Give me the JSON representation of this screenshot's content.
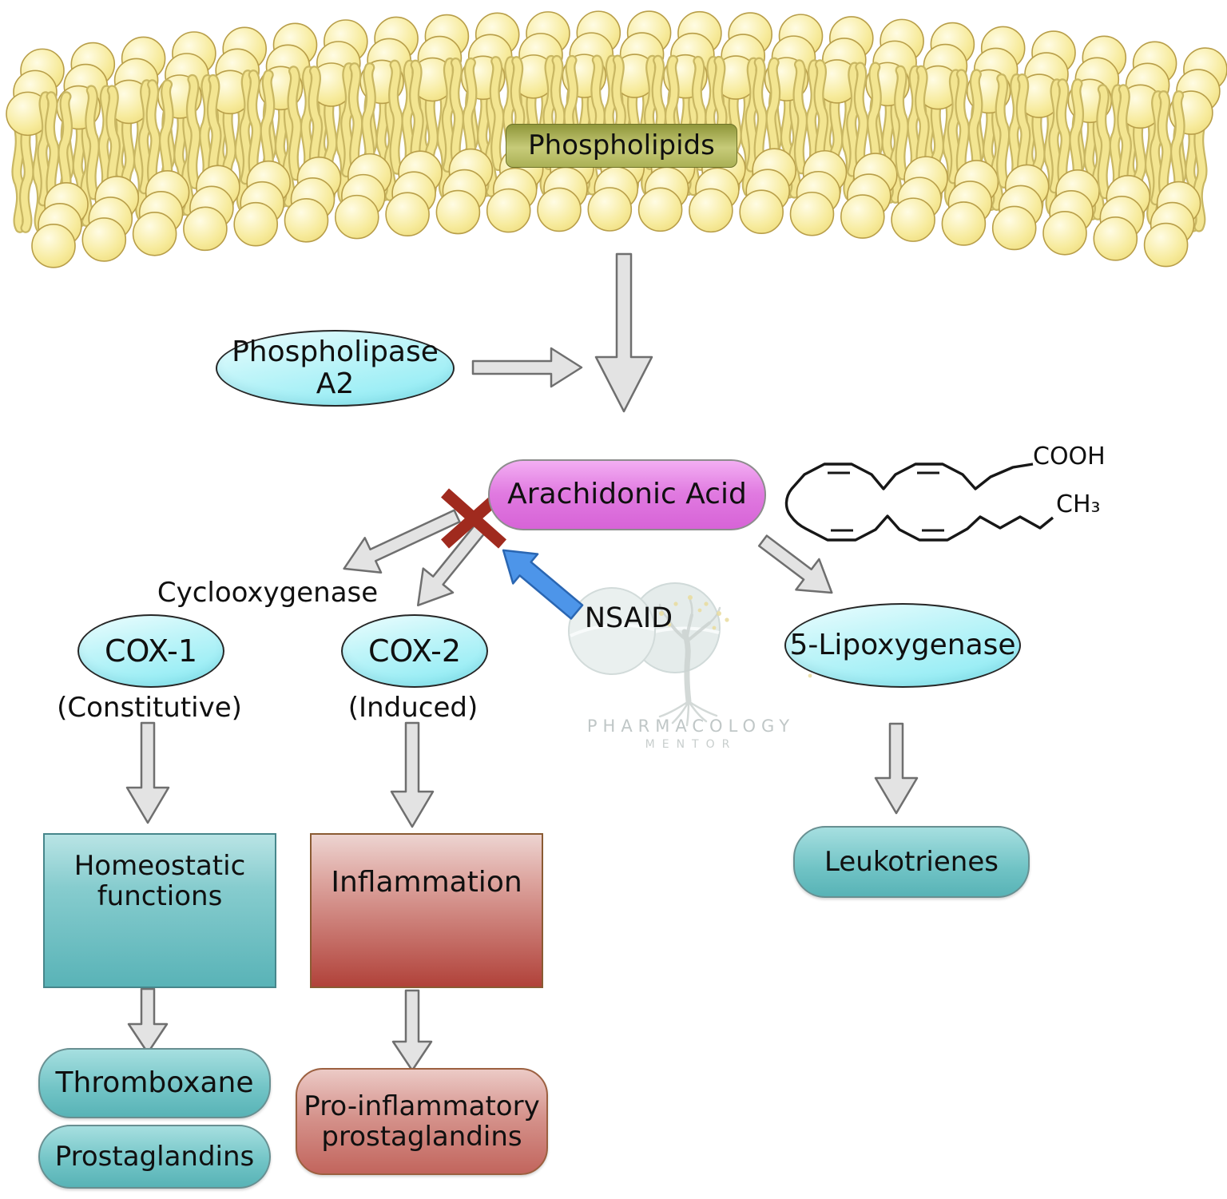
{
  "membrane": {
    "label": "Phospholipids"
  },
  "enzymes": {
    "phospholipase": "Phospholipase A2",
    "cyclooxygenase": "Cyclooxygenase",
    "cox1": "COX-1",
    "cox1_note": "(Constitutive)",
    "cox2": "COX-2",
    "cox2_note": "(Induced)",
    "lipoxygenase": "5-Lipoxygenase"
  },
  "substrate": {
    "name": "Arachidonic Acid",
    "cooh": "COOH",
    "ch3": "CH₃"
  },
  "drug": {
    "name": "NSAID"
  },
  "outcomes": {
    "homeostatic": {
      "line1": "Homeostatic",
      "line2": "functions"
    },
    "inflammation": "Inflammation"
  },
  "products": {
    "thromboxane": "Thromboxane",
    "prostaglandins": "Prostaglandins",
    "proinflammatory": {
      "line1": "Pro-inflammatory",
      "line2": "prostaglandins"
    },
    "leukotrienes": "Leukotrienes"
  },
  "watermark": {
    "line1": "PHARMACOLOGY",
    "line2": "MENTOR"
  },
  "colors": {
    "enzyme_cyan": "#87eaf3",
    "substrate_magenta": "#d763d7",
    "membrane_yellow": "#f3e591",
    "phospholipids_olive": "#aab055",
    "teal_outcome": "#59b3b7",
    "red_outcome": "#b1423a",
    "arrow_gray": "#e3e3e3",
    "nsaid_arrow_blue": "#4d95e9",
    "block_x_red": "#a02a1e"
  }
}
